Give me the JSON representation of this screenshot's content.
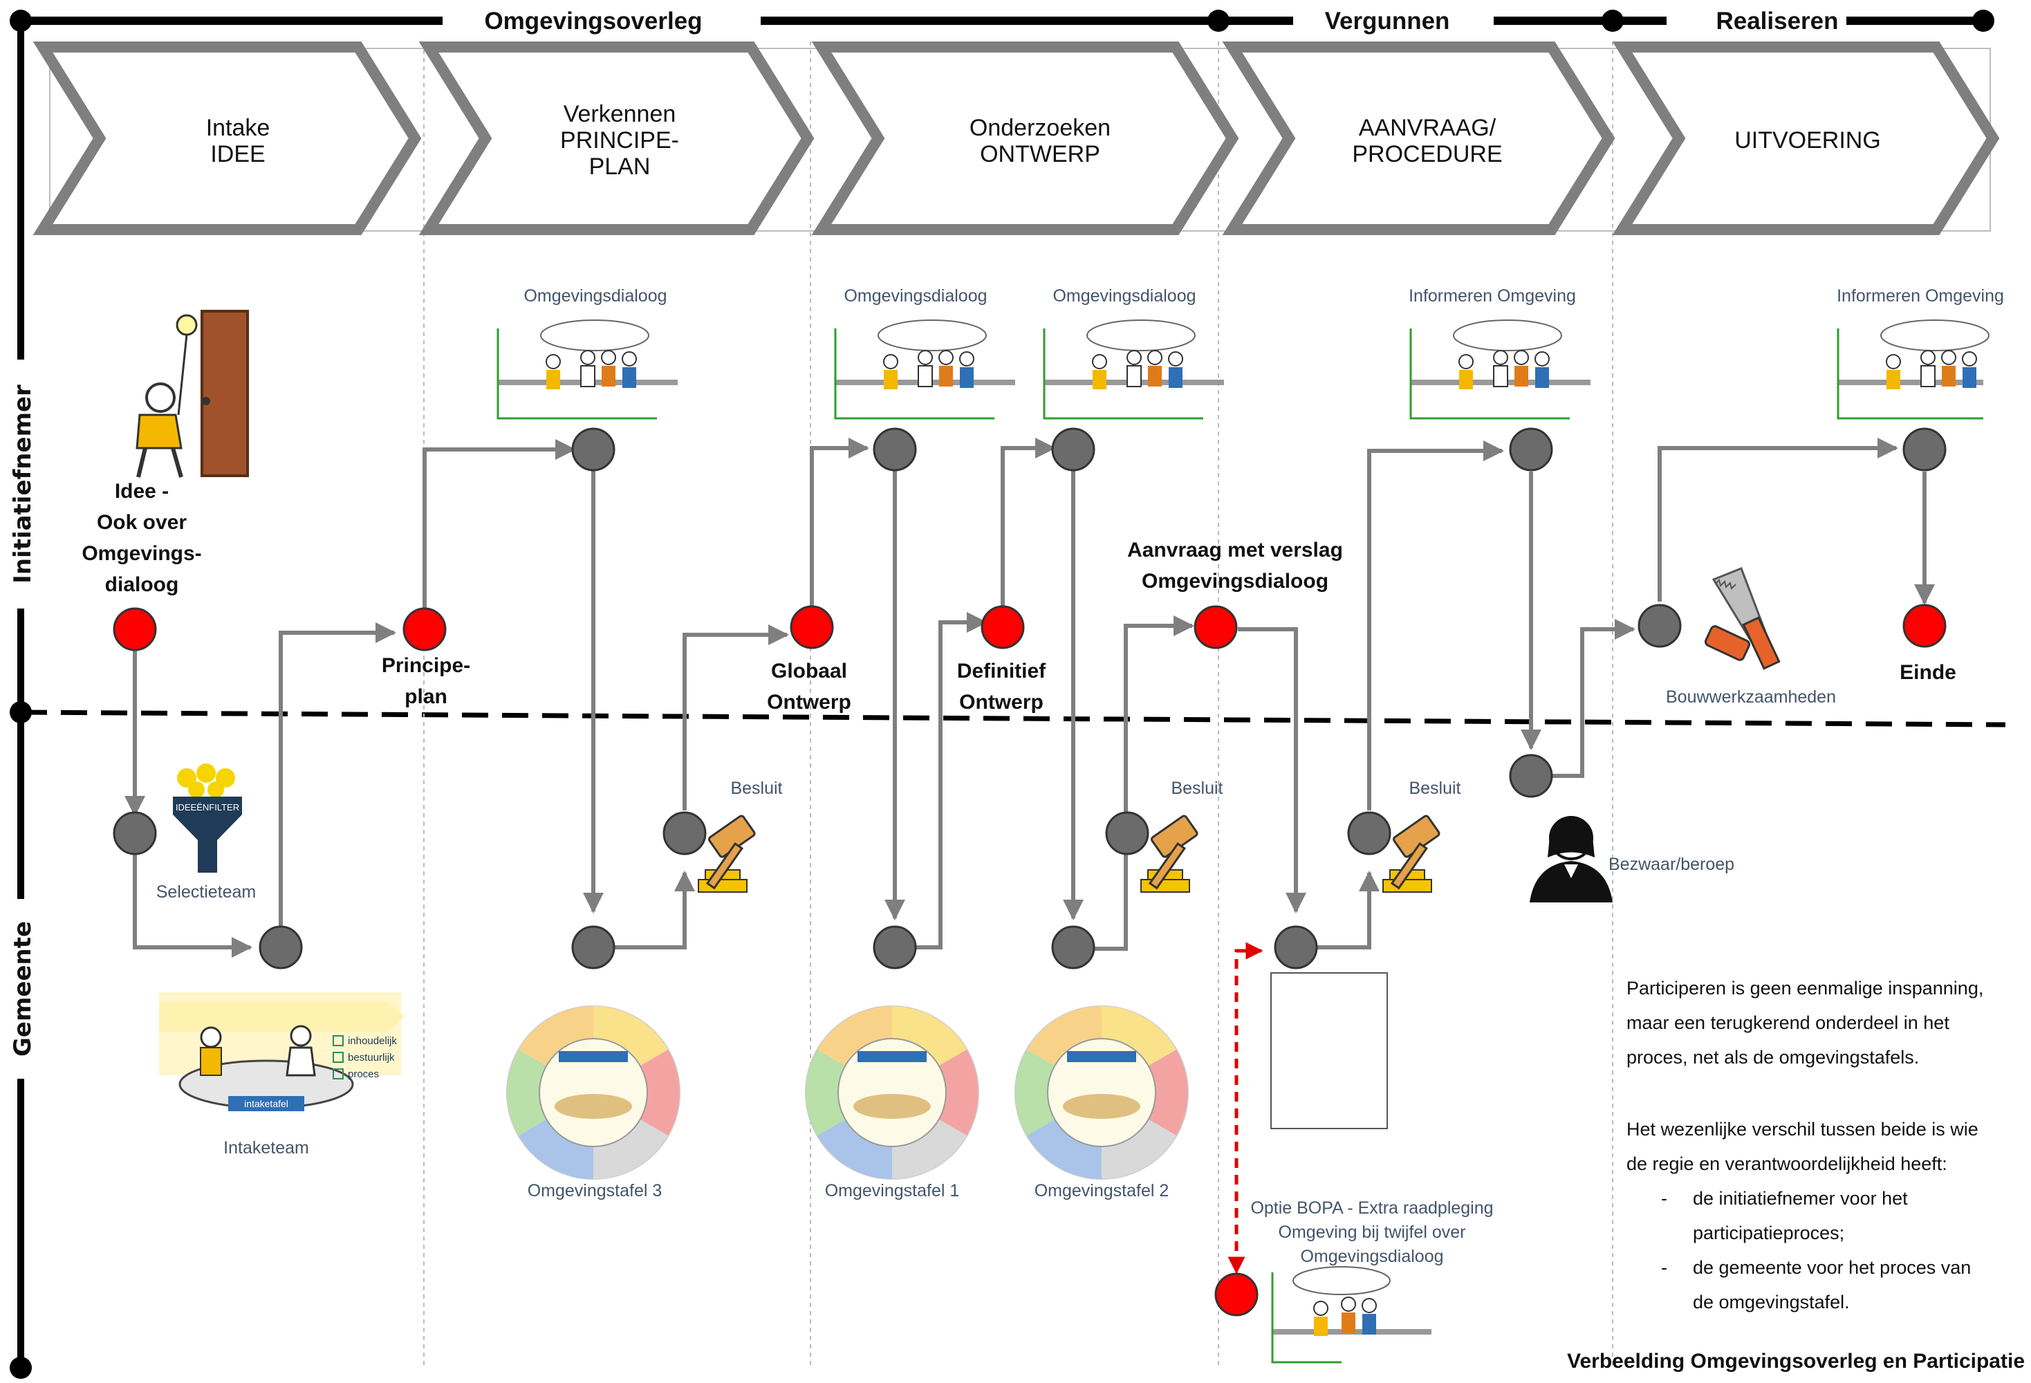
{
  "phases": [
    {
      "label": "Omgevingsoverleg"
    },
    {
      "label": "Vergunnen"
    },
    {
      "label": "Realiseren"
    }
  ],
  "chevrons": [
    {
      "lines": [
        "Intake",
        "IDEE"
      ]
    },
    {
      "lines": [
        "Verkennen",
        "PRINCIPE-",
        "PLAN"
      ]
    },
    {
      "lines": [
        "Onderzoeken",
        "ONTWERP"
      ]
    },
    {
      "lines": [
        "AANVRAAG/",
        "PROCEDURE"
      ]
    },
    {
      "lines": [
        "UITVOERING"
      ]
    }
  ],
  "lanes": {
    "top": "Initiatiefnemer",
    "bottom": "Gemeente"
  },
  "top_labels": {
    "omgevingsdialoog_1": "Omgevingsdialoog",
    "omgevingsdialoog_2": "Omgevingsdialoog",
    "omgevingsdialoog_3": "Omgevingsdialoog",
    "informeren_1": "Informeren Omgeving",
    "informeren_2": "Informeren Omgeving"
  },
  "milestones": {
    "idee": [
      "Idee -",
      "Ook over",
      "Omgevings-",
      "dialoog"
    ],
    "principeplan": [
      "Principe-",
      "plan"
    ],
    "globaal": [
      "Globaal",
      "Ontwerp"
    ],
    "definitief": [
      "Definitief",
      "Ontwerp"
    ],
    "aanvraag": [
      "Aanvraag met verslag",
      "Omgevingsdialoog"
    ],
    "einde": "Einde"
  },
  "gemeente_labels": {
    "selectieteam": "Selectieteam",
    "intaketeam": "Intaketeam",
    "besluit_1": "Besluit",
    "besluit_2": "Besluit",
    "besluit_3": "Besluit",
    "omgevingstafel_3": "Omgevingstafel 3",
    "omgevingstafel_1": "Omgevingstafel 1",
    "omgevingstafel_2": "Omgevingstafel 2",
    "bezwaar": "Bezwaar/beroep",
    "bouwwerk": "Bouwwerkzaamheden",
    "bopa": [
      "Optie BOPA - Extra raadpleging",
      "Omgeving bij twijfel over",
      "Omgevingsdialoog"
    ]
  },
  "icon_text": {
    "ideeenfilter": "IDEEËNFILTER",
    "intaketafel": "intaketafel",
    "checklist": [
      "inhoudelijk",
      "bestuurlijk",
      "proces"
    ]
  },
  "note": {
    "para1": [
      "Participeren is geen eenmalige inspanning,",
      "maar een terugkerend onderdeel in het",
      "proces, net als de omgevingstafels."
    ],
    "para2": [
      "Het wezenlijke verschil tussen beide is wie",
      "de regie en verantwoordelijkheid heeft:"
    ],
    "bullets": [
      [
        "de initiatiefnemer voor het",
        "participatieproces;"
      ],
      [
        "de gemeente voor het proces van",
        "de omgevingstafel."
      ]
    ]
  },
  "footer": "Verbeelding Omgevingsoverleg en Participatie",
  "colors": {
    "milestone": "#ff0000",
    "node": "#6b6b6b",
    "connector": "#7f7f7f",
    "optional_path": "#e00000",
    "label": "#44546a"
  }
}
